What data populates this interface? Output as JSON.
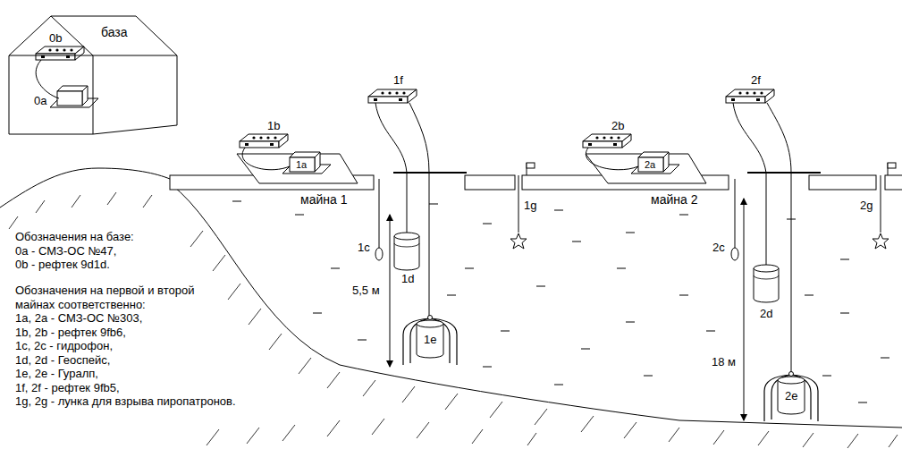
{
  "diagram": {
    "nodes": [
      {
        "text": [
          "база"
        ]
      }
    ],
    "labels": [
      "0b",
      "0a",
      "1b",
      "1f",
      "1a",
      "2b",
      "2f",
      "2a",
      "майна 1",
      "майна 2",
      "1c",
      "1d",
      "1e",
      "5,5 м",
      "1g",
      "2c",
      "2d",
      "2e",
      "18 м",
      "2g",
      "Обозначения на базе:",
      "0a - СМЗ-ОС №47,",
      "0b - рефтек 9d1d.",
      "Обозначения на первой и второй",
      "майнах соответственно:",
      "1a, 2a - СМЗ-ОС №303,",
      "1b, 2b - рефтек 9fb6,",
      "1c, 2c - гидрофон,",
      "1d, 2d - Геоспейс,",
      "1e, 2e - Гуралп,",
      "1f, 2f - рефтек 9fb5,",
      "1g, 2g - лунка для взрыва пиропатронов."
    ]
  }
}
